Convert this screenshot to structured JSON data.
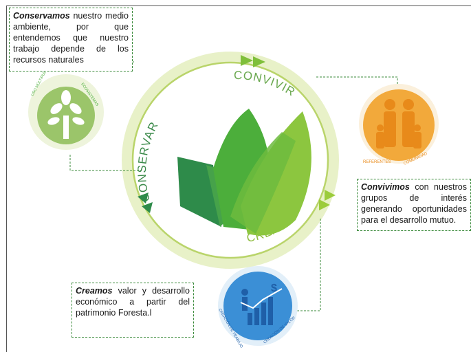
{
  "boxes": {
    "conservamos": {
      "bold": "Conservamos",
      "text": " nuestro medio ambiente, por que entendemos que nuestro trabajo depende de los recursos naturales"
    },
    "convivimos": {
      "bold": "Convivimos",
      "text": " con nuestros grupos de interés generando oportunidades para el desarrollo mutuo."
    },
    "creamos": {
      "bold": "Creamos",
      "text": " valor y desarrollo económico a partir del patrimonio Foresta.l"
    }
  },
  "ring": {
    "top_label": "CONVIVIR",
    "left_label": "CONSERVAR",
    "bottom_label": "CREAR"
  },
  "badges": {
    "bosque": {
      "label1": "USO MÚLTIPLE DEL BOSQUE",
      "label2": "ECOSISTEMAS"
    },
    "comunidad": {
      "label1": "REFERENTES",
      "label2": "COMUNIDAD"
    },
    "valor": {
      "label1": "CREACIÓN DE TRABAJO",
      "label2": "CREACIÓN DE VALOR"
    }
  },
  "colors": {
    "light_green": "#cfe3a3",
    "mid_green": "#4cae3b",
    "dark_green": "#2e8b4a",
    "orange": "#f2a93b",
    "blue": "#3b8fd6"
  }
}
